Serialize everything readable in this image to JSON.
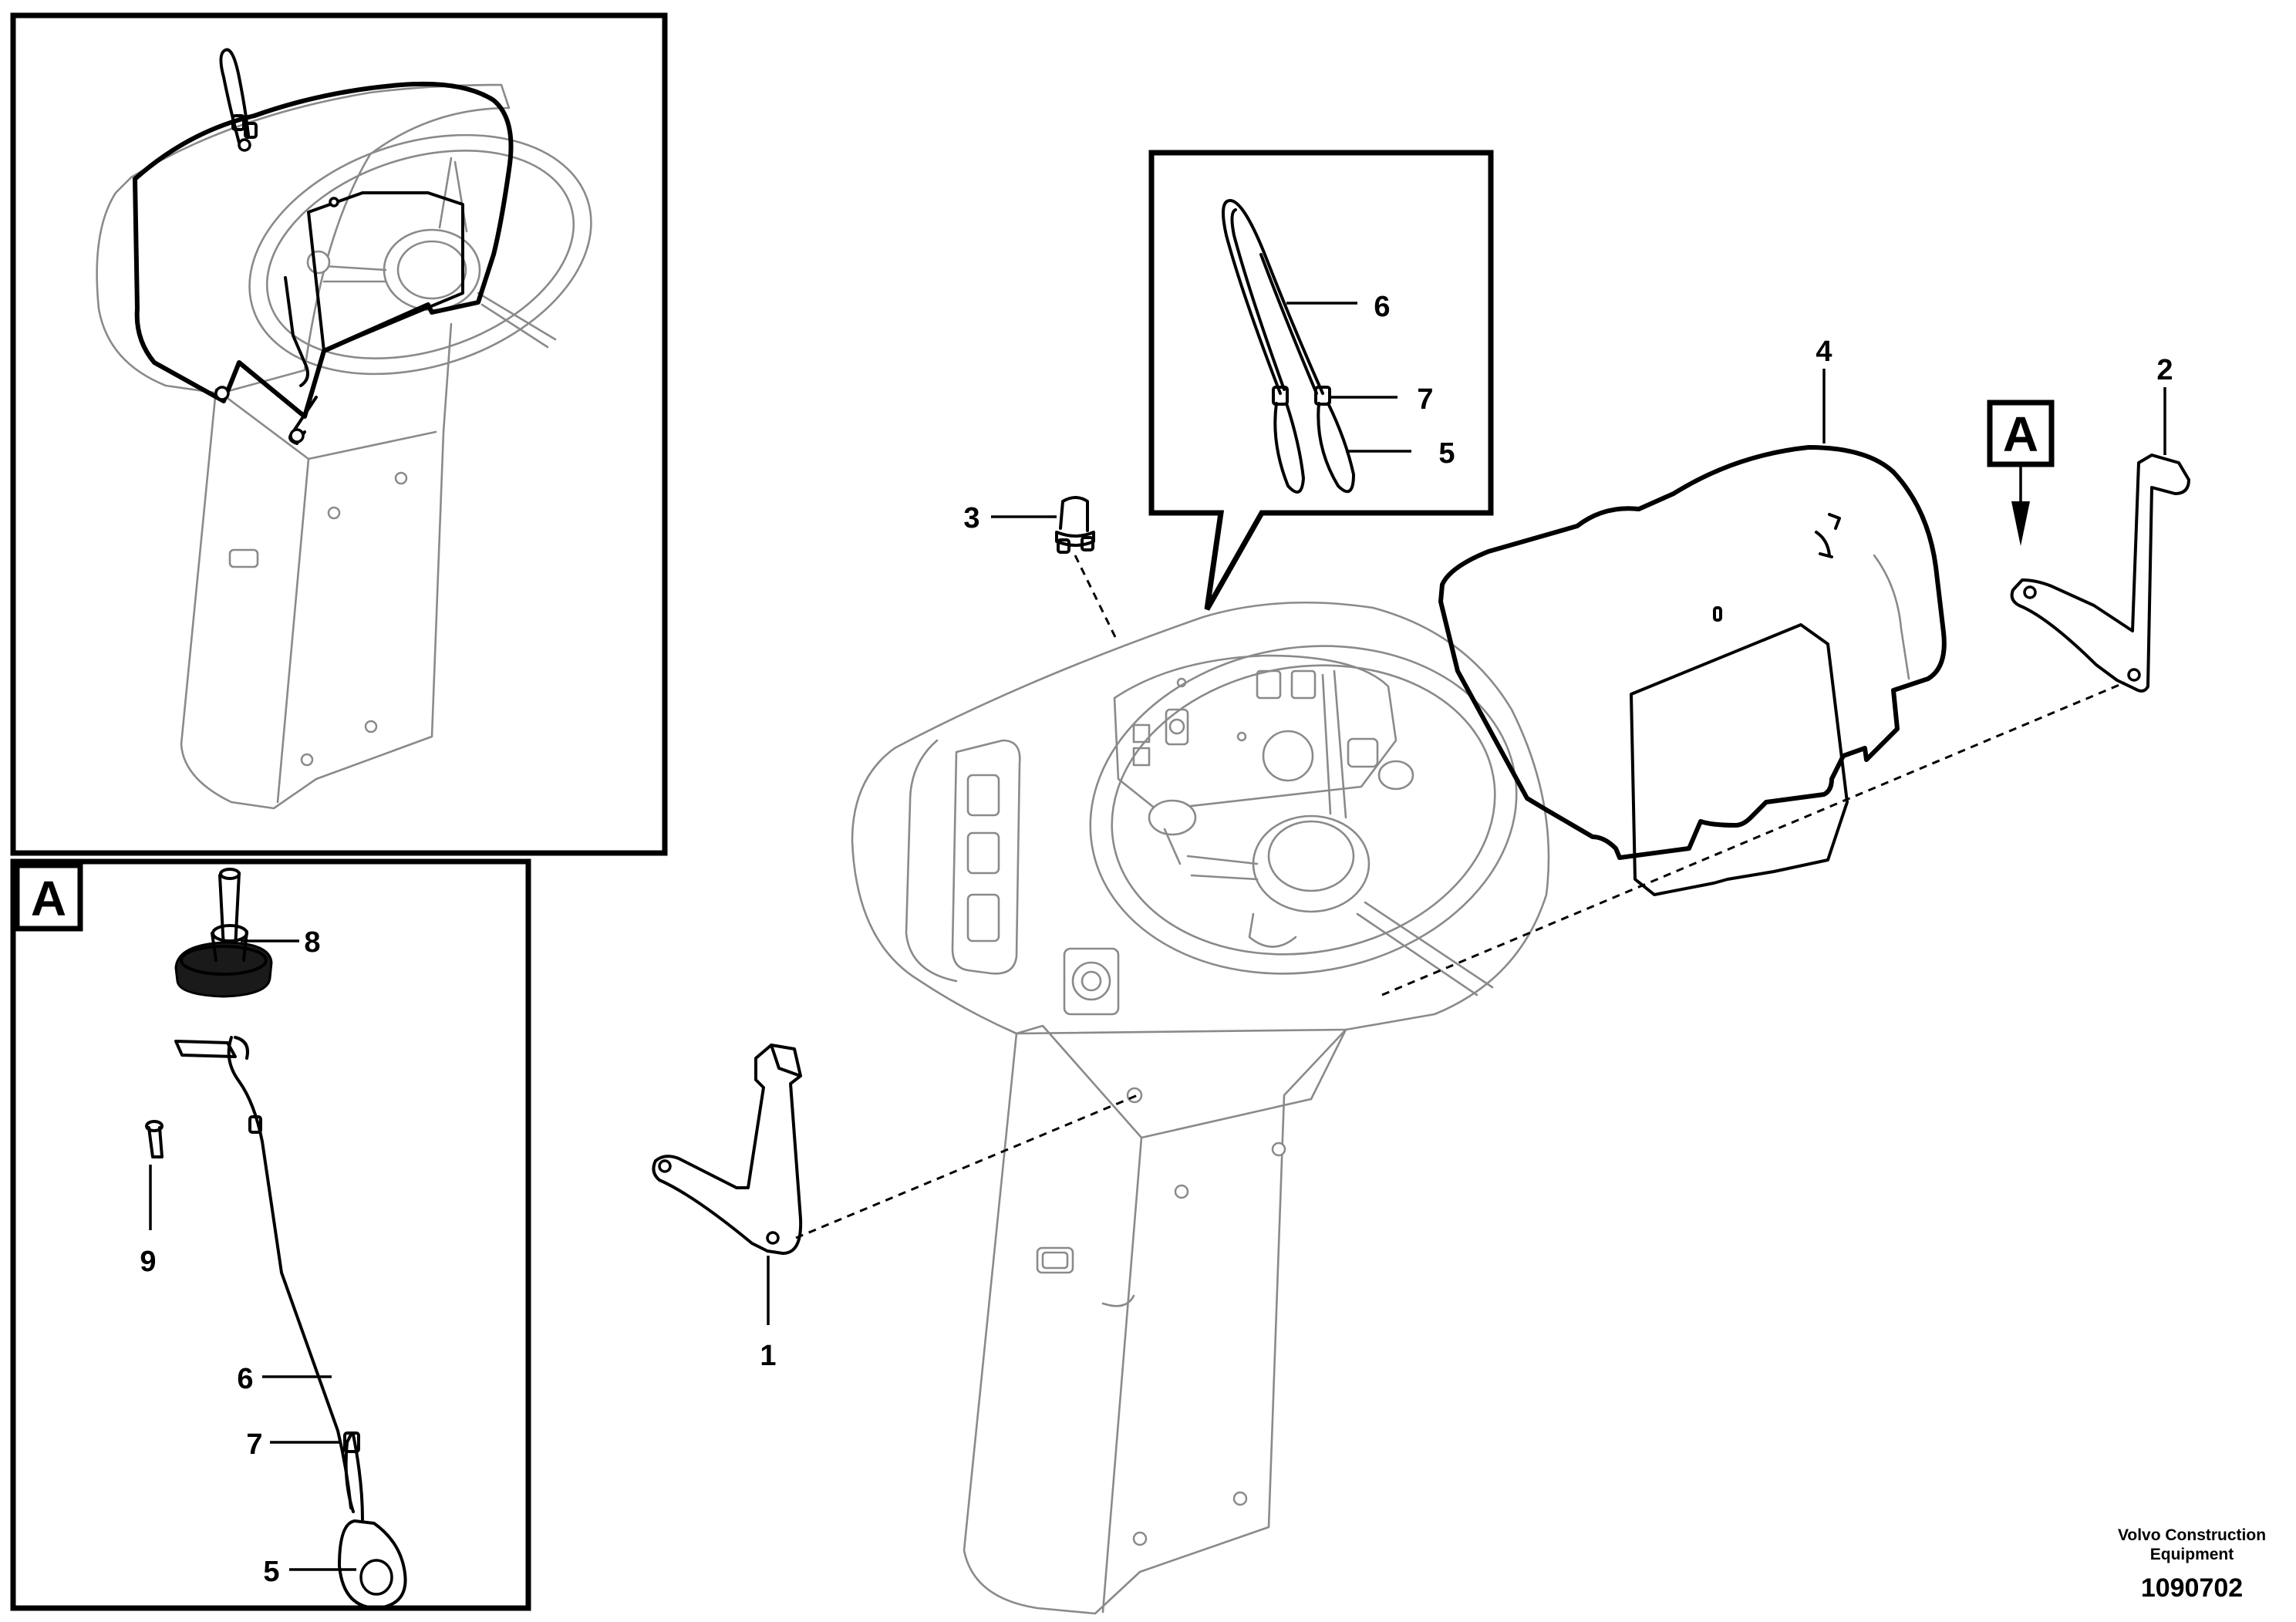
{
  "callouts": {
    "main_1": "1",
    "main_2": "2",
    "main_3": "3",
    "main_4": "4",
    "detail_6": "6",
    "detail_7": "7",
    "detail_5": "5",
    "view_a_8": "8",
    "view_a_9": "9",
    "view_a_6": "6",
    "view_a_7": "7",
    "view_a_5": "5"
  },
  "view_markers": {
    "main_view_arrow_label": "A",
    "view_a_label": "A"
  },
  "footer": {
    "maker_line1": "Volvo Construction",
    "maker_line2": "Equipment",
    "drawing_number": "1090702"
  }
}
